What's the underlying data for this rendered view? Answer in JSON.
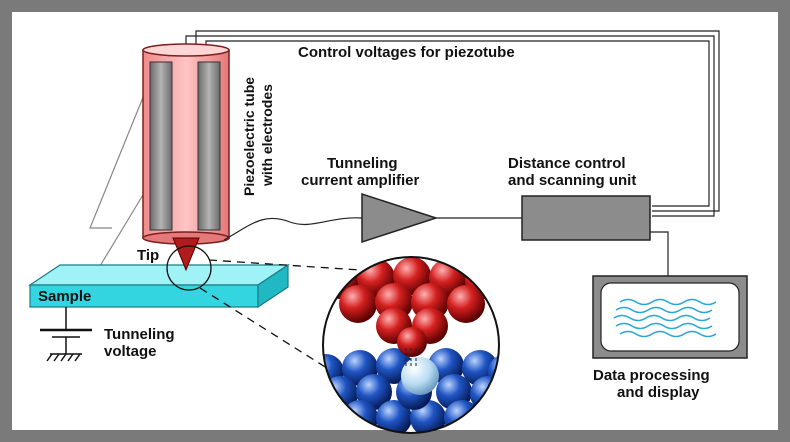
{
  "labels": {
    "control_voltages": "Control voltages for piezotube",
    "piezo_line1": "Piezoelectric tube",
    "piezo_line2": "with electrodes",
    "amplifier_line1": "Tunneling",
    "amplifier_line2": "current amplifier",
    "distance_line1": "Distance control",
    "distance_line2": "and scanning unit",
    "tip": "Tip",
    "sample": "Sample",
    "voltage_line1": "Tunneling",
    "voltage_line2": "voltage",
    "display_line1": "Data processing",
    "display_line2": "and display"
  },
  "colors": {
    "frame": "#7a7a7a",
    "tube": "#f5a3a3",
    "electrode": "#8c8c8c",
    "tip": "#b01c1c",
    "sample": "#33d6e0",
    "sample_top": "#9ff2f5",
    "amplifier": "#8c8c8c",
    "control_unit": "#8c8c8c",
    "tip_atoms": "#c41818",
    "sample_atoms": "#1f55c4",
    "screen": "#ffffff",
    "scan_lines": "#2aa6d6"
  }
}
